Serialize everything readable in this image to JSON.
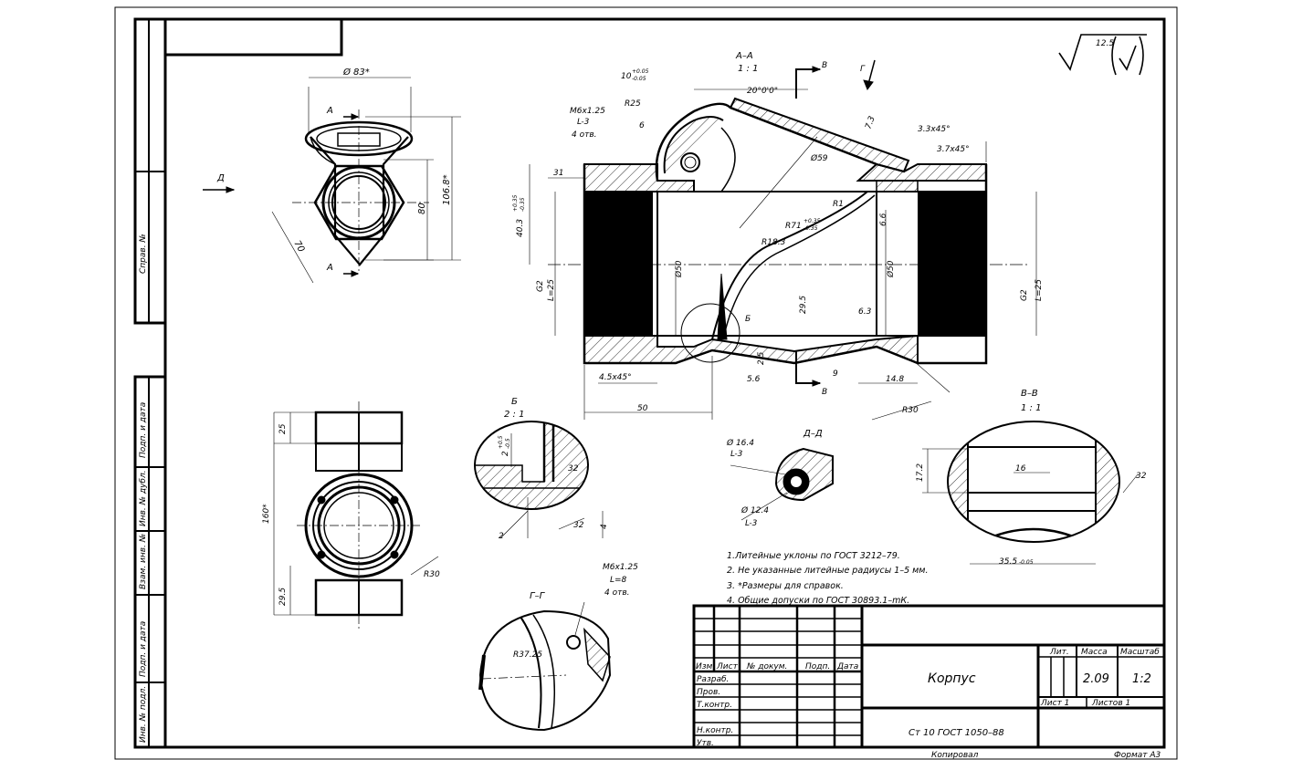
{
  "roughness": {
    "value": "12.5"
  },
  "views": {
    "section_aa": {
      "label": "А–А",
      "scale": "1 : 1"
    },
    "section_bb": {
      "label": "В–В",
      "scale": "1 : 1"
    },
    "section_dd": {
      "label": "Д–Д"
    },
    "section_gg": {
      "label": "Г–Г"
    },
    "detail_b": {
      "label": "Б",
      "scale": "2 : 1"
    },
    "markers": {
      "a": "А",
      "b": "Б",
      "v": "В",
      "g": "Г",
      "d": "Д"
    }
  },
  "dimensions": {
    "d83": "Ø 83*",
    "d106": "106.8*",
    "d80": "80",
    "d70": "70",
    "tol10": "10",
    "tol10_up": "+0.05",
    "tol10_dn": "-0.05",
    "ang20": "20°0'0\"",
    "r25": "R25",
    "m6a": "M6x1.25",
    "l3a": "L-3",
    "n4a": "4 отв.",
    "six": "6",
    "d59": "Ø59",
    "t33": "3.3x45°",
    "t37": "3.7x45°",
    "n73": "7.3",
    "n31": "31",
    "n403": "40.3",
    "n403_up": "+0.35",
    "n403_dn": "-0.35",
    "r1": "R1",
    "r71": "R71",
    "r71_up": "+0.35",
    "r71_dn": "-0.35",
    "r183": "R18.3",
    "n66": "6.6",
    "d50a": "Ø50",
    "d50b": "Ø50",
    "g2a": "G2",
    "l25a": "L=25",
    "g2b": "G2",
    "l25b": "L=25",
    "n295": "29.5",
    "n63": "6.3",
    "n25": "2.5",
    "n56": "5.6",
    "n9": "9",
    "n148": "14.8",
    "t45": "4.5x45°",
    "n50": "50",
    "r30": "R30",
    "v25": "25",
    "v160": "160*",
    "v295": "29.5",
    "r30b": "R30",
    "db2": "2",
    "db2up": "+0.5",
    "db2dn": "-0.5",
    "db32": "32",
    "db2b": "2",
    "db4": "4",
    "db32b": "32",
    "d164": "Ø 16.4",
    "l3b": "L-3",
    "d124": "Ø 12.4",
    "l3c": "L-3",
    "vb172": "17.2",
    "vb16": "16",
    "vb32": "32",
    "vb355": "35.5",
    "vb355t": "-0.05",
    "m6b": "M6x1.25",
    "l8": "L=8",
    "n4b": "4 отв.",
    "r3725": "R37.25"
  },
  "notes": [
    "1.Литейные уклоны по ГОСТ 3212–79.",
    "2. Не указанные литейные радиусы 1–5 мм.",
    "3. *Размеры для справок.",
    "4. Общие допуски по ГОСТ 30893.1–mК."
  ],
  "side_strip": [
    "Справ. №",
    "Подп. и дата",
    "Инв. № дубл.",
    "Взам. инв. №",
    "Подп. и дата",
    "Инв. № подл."
  ],
  "title_block": {
    "part_name": "Корпус",
    "material": "Ст 10 ГОСТ 1050–88",
    "headers": {
      "izm": "Изм.",
      "list": "Лист",
      "doc": "№ докум.",
      "podp": "Подп.",
      "data": "Дата"
    },
    "rows": {
      "razrab": "Разраб.",
      "prov": "Пров.",
      "tkontr": "Т.контр.",
      "nkontr": "Н.контр.",
      "utv": "Утв."
    },
    "lit": "Лит.",
    "massa_label": "Масса",
    "masshtab_label": "Масштаб",
    "mass": "2.09",
    "scale": "1:2",
    "sheet": "Лист 1",
    "sheets": "Листов 1",
    "copied": "Копировал",
    "format": "Формат А3"
  }
}
